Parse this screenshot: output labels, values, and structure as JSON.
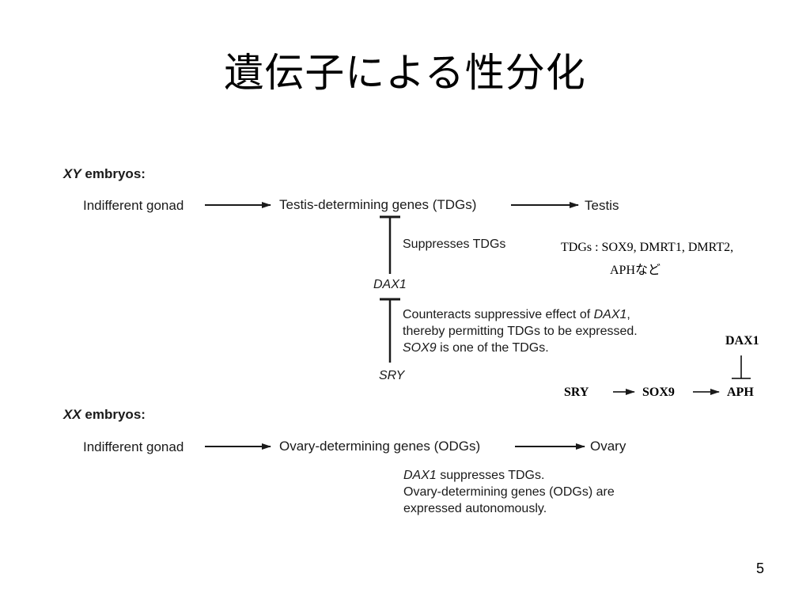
{
  "slide": {
    "title": "遺伝子による性分化",
    "page_number": "5"
  },
  "xy": {
    "heading_italic": "XY",
    "heading_rest": " embryos:",
    "indifferent": "Indifferent gonad",
    "tdgs": "Testis-determining genes (TDGs)",
    "testis": "Testis",
    "suppresses": "Suppresses TDGs",
    "dax1": "DAX1",
    "counter_line1_pre": "Counteracts suppressive effect of ",
    "counter_line1_ital": "DAX1",
    "counter_line1_post": ",",
    "counter_line2": "thereby permitting TDGs to be expressed.",
    "counter_line3_ital": "SOX9",
    "counter_line3_rest": " is one of the TDGs.",
    "sry": "SRY"
  },
  "xx": {
    "heading_italic": "XX",
    "heading_rest": " embryos:",
    "indifferent": "Indifferent gonad",
    "odgs": "Ovary-determining genes (ODGs)",
    "ovary": "Ovary",
    "note_line1_ital": "DAX1",
    "note_line1_rest": " suppresses TDGs.",
    "note_line2": "Ovary-determining genes (ODGs) are",
    "note_line3": "expressed autonomously."
  },
  "annotation": {
    "tdgs_line1": "TDGs : SOX9, DMRT1, DMRT2,",
    "tdgs_line2": "APHなど"
  },
  "pathway": {
    "dax1": "DAX1",
    "sry": "SRY",
    "sox9": "SOX9",
    "aph": "APH"
  },
  "colors": {
    "text": "#1a1a1a",
    "line": "#1a1a1a",
    "background": "#ffffff"
  }
}
